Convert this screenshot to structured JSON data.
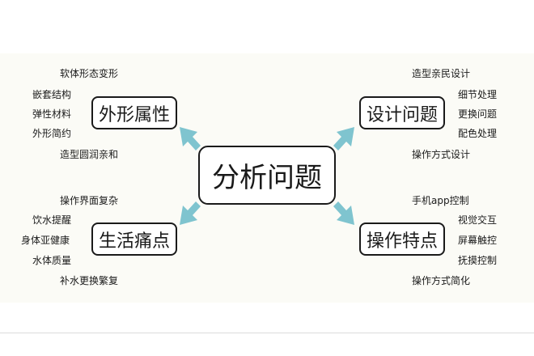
{
  "colors": {
    "arrow": "#7fc4cf",
    "border": "#1a1a1a",
    "panel": "#fbfbf6"
  },
  "center": {
    "label": "分析问题"
  },
  "branches": {
    "top_left": {
      "label": "外形属性",
      "leaves": [
        "软体形态变形",
        "嵌套结构",
        "弹性材料",
        "外形简约",
        "造型圆润亲和"
      ]
    },
    "top_right": {
      "label": "设计问题",
      "leaves": [
        "造型亲民设计",
        "细节处理",
        "更换问题",
        "配色处理",
        "操作方式设计"
      ]
    },
    "bottom_left": {
      "label": "生活痛点",
      "leaves": [
        "操作界面复杂",
        "饮水提醒",
        "身体亚健康",
        "水体质量",
        "补水更换繁复"
      ]
    },
    "bottom_right": {
      "label": "操作特点",
      "leaves": [
        "手机app控制",
        "视觉交互",
        "屏幕触控",
        "抚摸控制",
        "操作方式简化"
      ]
    }
  }
}
